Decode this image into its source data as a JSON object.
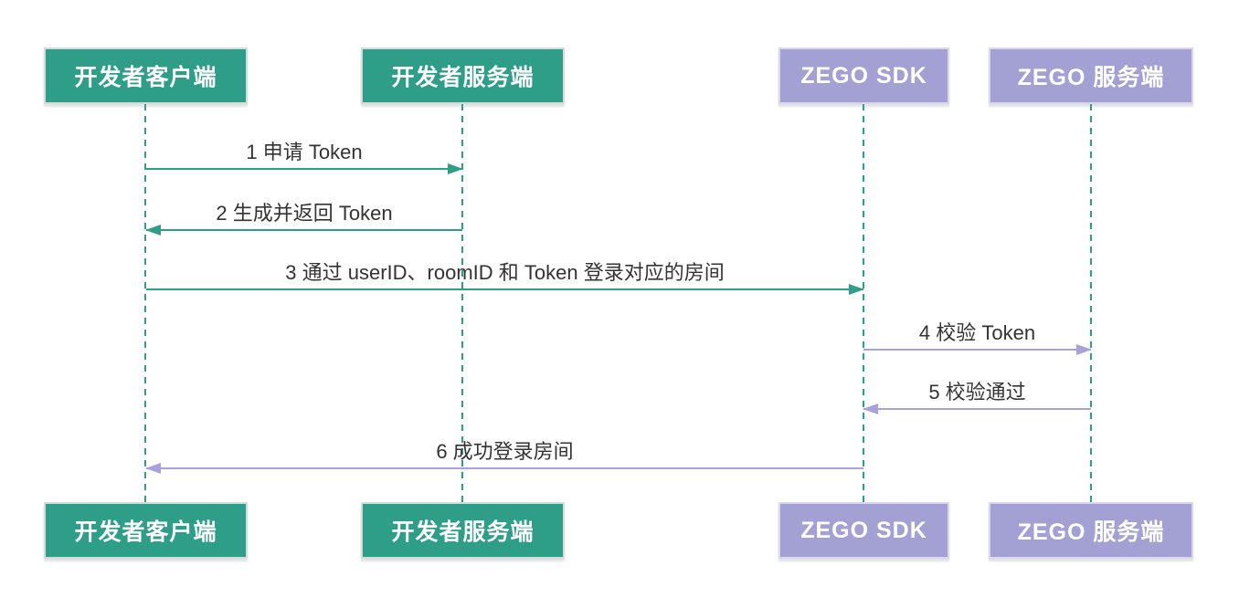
{
  "colors": {
    "actor_green_fill": "#2f9e89",
    "actor_green_border": "#d2dcd9",
    "actor_purple_fill": "#a3a0d4",
    "actor_purple_border": "#d9d7ee",
    "arrow_green": "#2f9e89",
    "arrow_purple": "#a7a3da",
    "lifeline": "#2f9e89",
    "actor_text": "#ffffff",
    "message_text": "#333333",
    "background": "#ffffff"
  },
  "diagram": {
    "type": "sequence",
    "actors": [
      {
        "label": "开发者客户端",
        "role": "green"
      },
      {
        "label": "开发者服务端",
        "role": "green"
      },
      {
        "label": "ZEGO SDK",
        "role": "purple"
      },
      {
        "label": "ZEGO 服务端",
        "role": "purple"
      }
    ],
    "messages": [
      {
        "seq": 1,
        "label": "1 申请 Token",
        "from": "开发者客户端",
        "to": "开发者服务端",
        "direction": "right",
        "style": "green"
      },
      {
        "seq": 2,
        "label": "2 生成并返回 Token",
        "from": "开发者服务端",
        "to": "开发者客户端",
        "direction": "left",
        "style": "green"
      },
      {
        "seq": 3,
        "label": "3 通过 userID、roomID 和 Token 登录对应的房间",
        "from": "开发者客户端",
        "to": "ZEGO SDK",
        "direction": "right",
        "style": "green"
      },
      {
        "seq": 4,
        "label": "4 校验 Token",
        "from": "ZEGO SDK",
        "to": "ZEGO 服务端",
        "direction": "right",
        "style": "purple"
      },
      {
        "seq": 5,
        "label": "5 校验通过",
        "from": "ZEGO 服务端",
        "to": "ZEGO SDK",
        "direction": "left",
        "style": "purple"
      },
      {
        "seq": 6,
        "label": "6 成功登录房间",
        "from": "ZEGO SDK",
        "to": "开发者客户端",
        "direction": "left",
        "style": "purple"
      }
    ]
  }
}
